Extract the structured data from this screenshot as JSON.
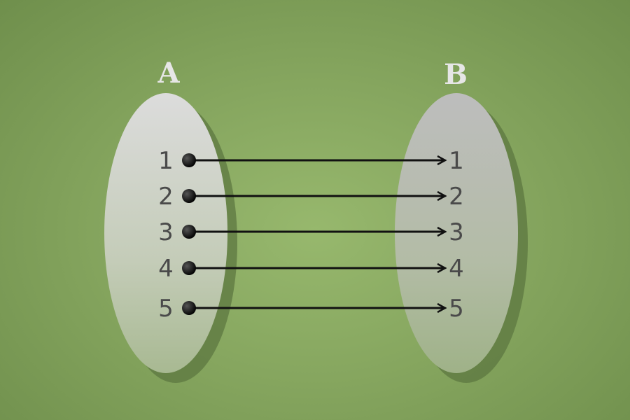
{
  "diagram": {
    "set_a": {
      "label": "A",
      "elements": [
        "1",
        "2",
        "3",
        "4",
        "5"
      ]
    },
    "set_b": {
      "label": "B",
      "elements": [
        "1",
        "2",
        "3",
        "4",
        "5"
      ]
    },
    "mappings": [
      {
        "from": "1",
        "to": "1"
      },
      {
        "from": "2",
        "to": "2"
      },
      {
        "from": "3",
        "to": "3"
      },
      {
        "from": "4",
        "to": "4"
      },
      {
        "from": "5",
        "to": "5"
      }
    ],
    "colors": {
      "background": "#86a65f",
      "ellipse_fill": "#d0d0d0",
      "arrow": "#111111",
      "text": "#4a4a4a",
      "title": "#e6e6e6"
    }
  }
}
